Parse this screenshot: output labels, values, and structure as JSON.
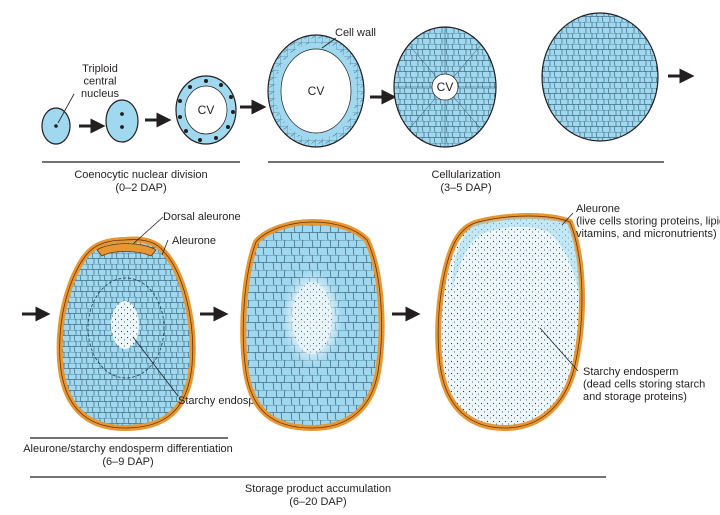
{
  "colors": {
    "endosperm": "#9fd8ef",
    "endosperm_line": "#1b3e57",
    "aleurone": "#e69633",
    "aleurone_line": "#6b3306",
    "starch": "#eef8fc",
    "outline": "#231f20"
  },
  "top_row": {
    "stage1_label": "Triploid\ncentral\nnucleus",
    "cell_wall_label": "Cell wall",
    "cv_label": "CV",
    "phase1_title": "Coenocytic nuclear division",
    "phase1_days": "(0–2 DAP)",
    "phase2_title": "Cellularization",
    "phase2_days": "(3–5 DAP)"
  },
  "bottom_row": {
    "dorsal_aleurone_label": "Dorsal aleurone",
    "aleurone_label": "Aleurone",
    "starchy_label": "Starchy endosperm",
    "aleurone_detail_label": "Aleurone\n(live cells storing proteins, lipids,\nvitamins, and micronutrients)",
    "starchy_detail_label": "Starchy endosperm\n(dead cells storing starch\nand storage proteins)",
    "phase3_title": "Aleurone/starchy endosperm  differentiation",
    "phase3_days": "(6–9 DAP)",
    "phase4_title": "Storage product accumulation",
    "phase4_days": "(6–20 DAP)"
  }
}
